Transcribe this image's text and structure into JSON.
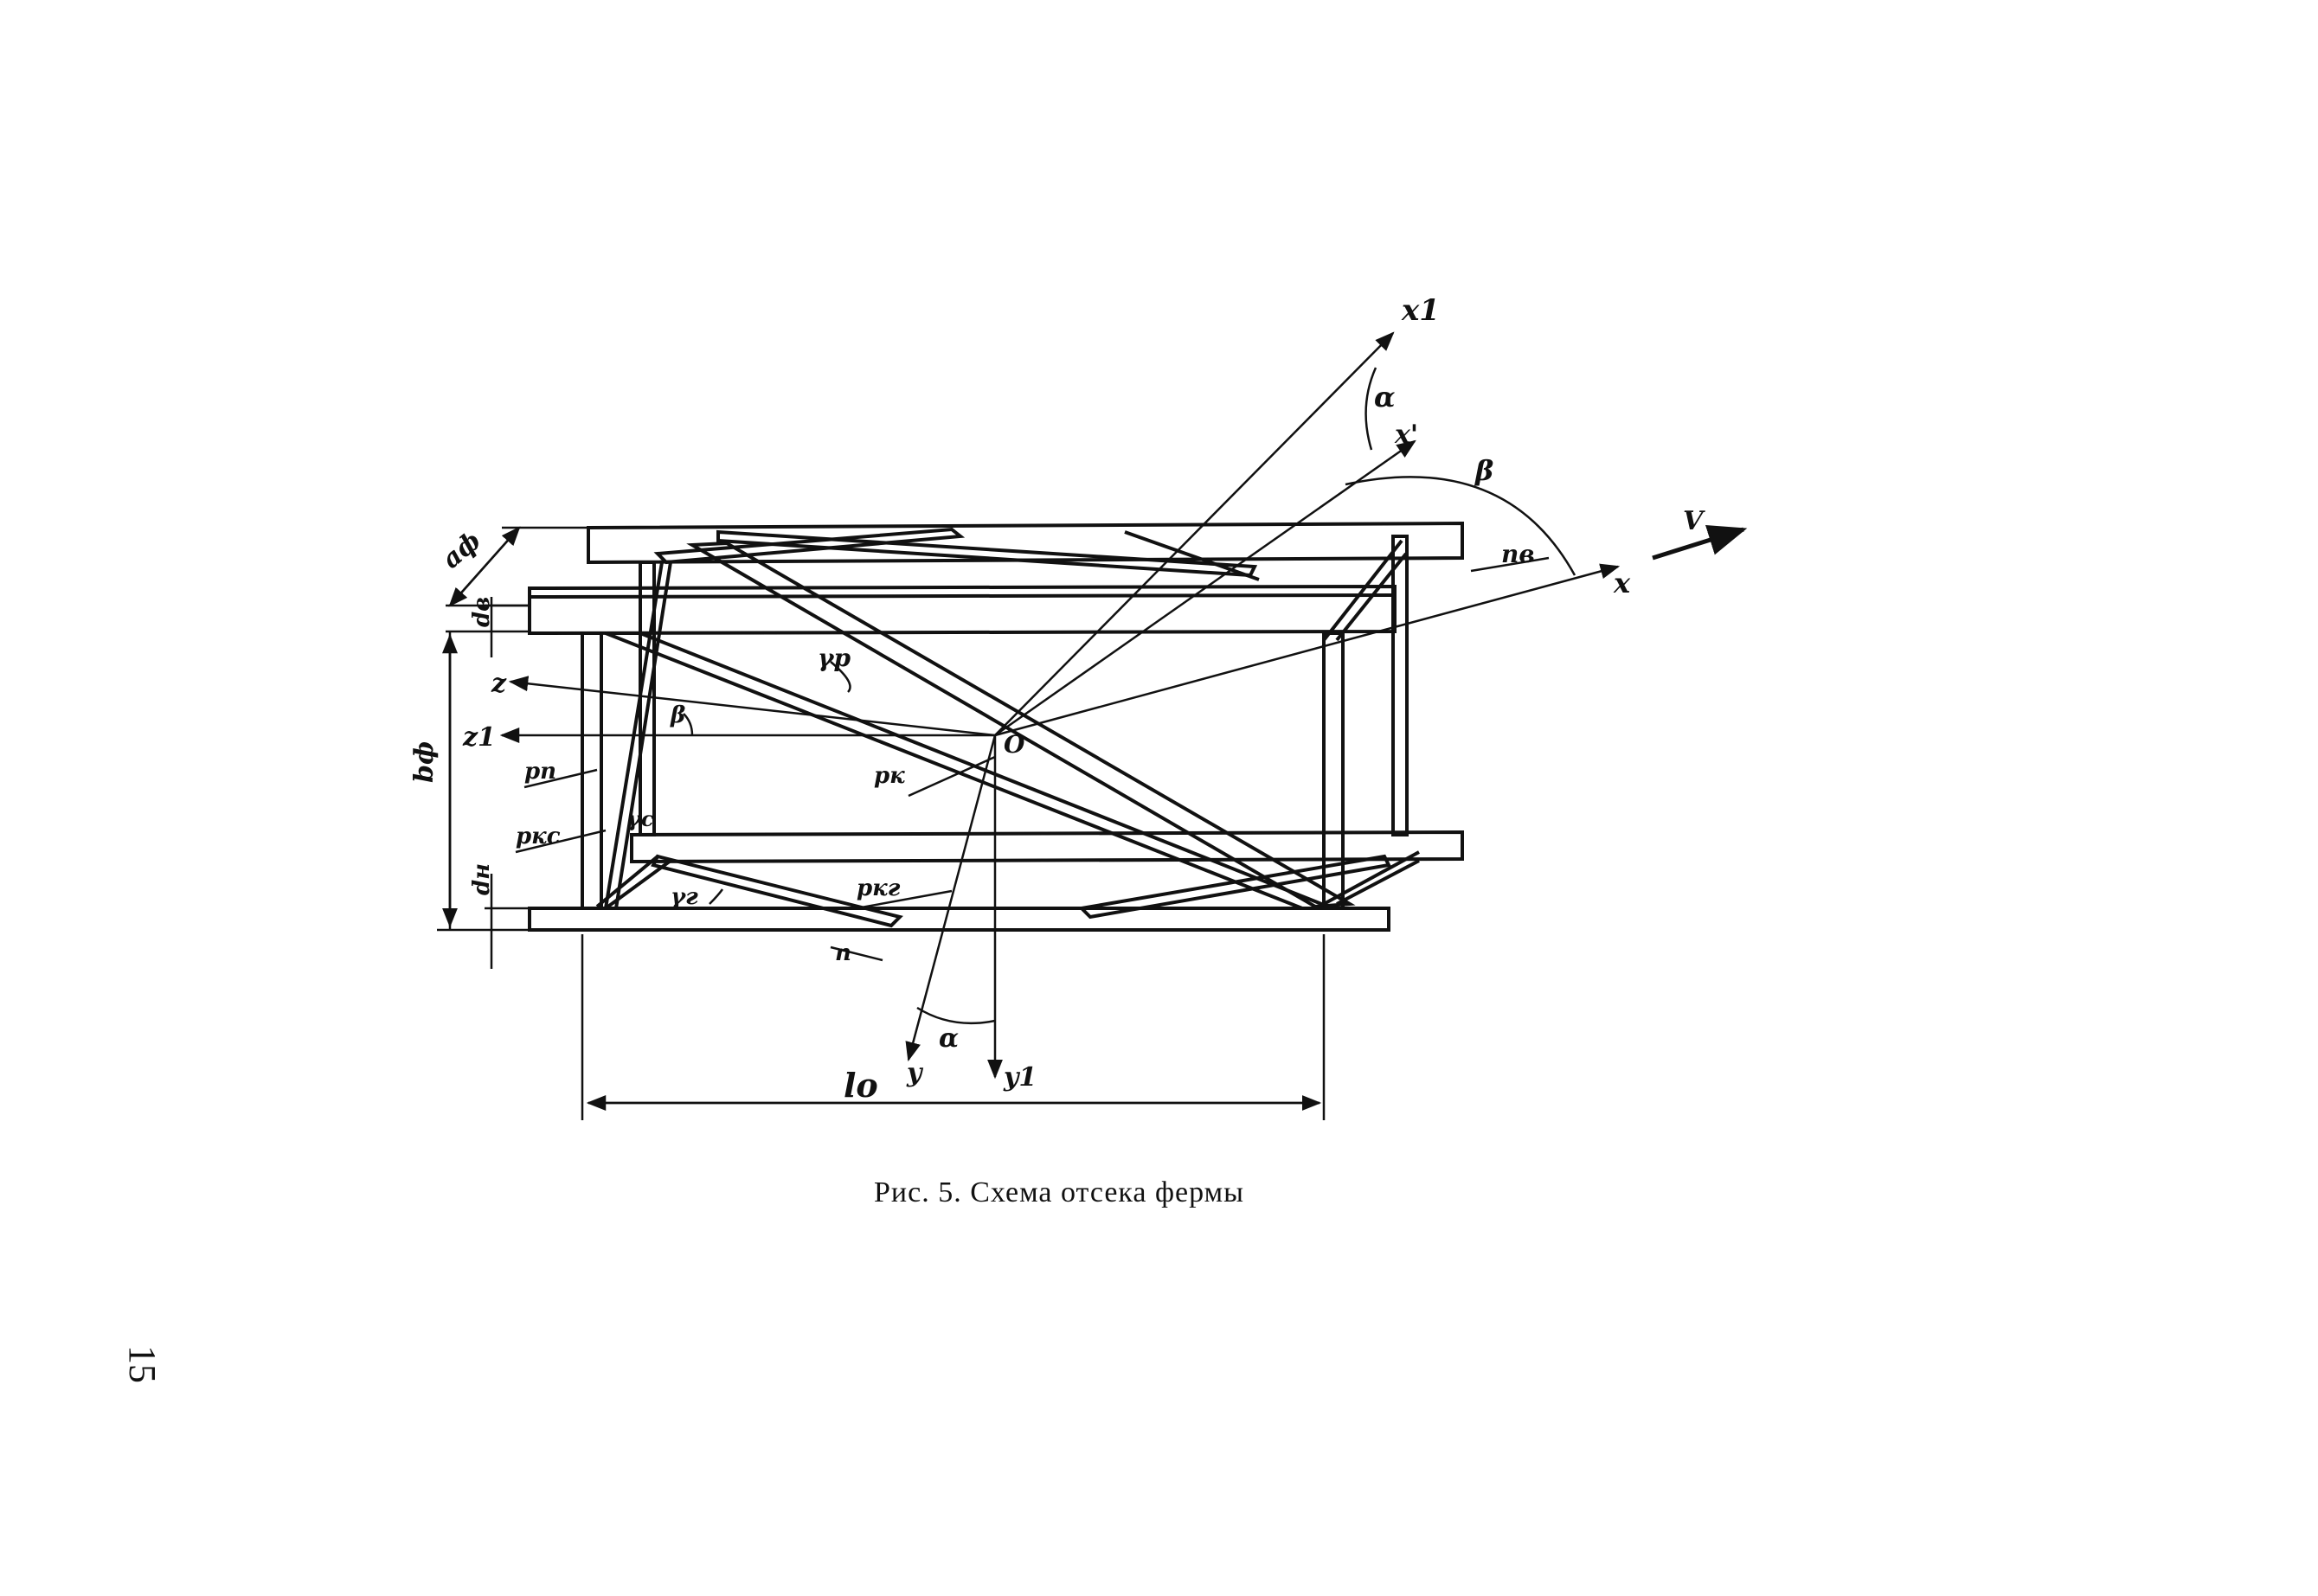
{
  "figure": {
    "labels": {
      "a_phi": "aф",
      "b_phi": "bф",
      "d_top": "dв",
      "d_bottom": "dн",
      "l_o": "lо",
      "pn": "рп",
      "pkc": "ркс",
      "pk": "рк",
      "pkg": "ркг",
      "n": "п",
      "nb": "пв",
      "z": "z",
      "z1": "z1",
      "origin": "O",
      "x": "x",
      "x1": "x1",
      "x_prime": "x'",
      "y": "y",
      "y1": "y1",
      "V": "V",
      "alpha_top": "α",
      "alpha_bottom": "α",
      "beta_top": "β",
      "beta_left": "β",
      "gamma_p": "γр",
      "gamma_g": "γг",
      "gamma_c": "γс"
    }
  },
  "caption": "Рис. 5. Схема отсека фермы",
  "page_number": "15"
}
